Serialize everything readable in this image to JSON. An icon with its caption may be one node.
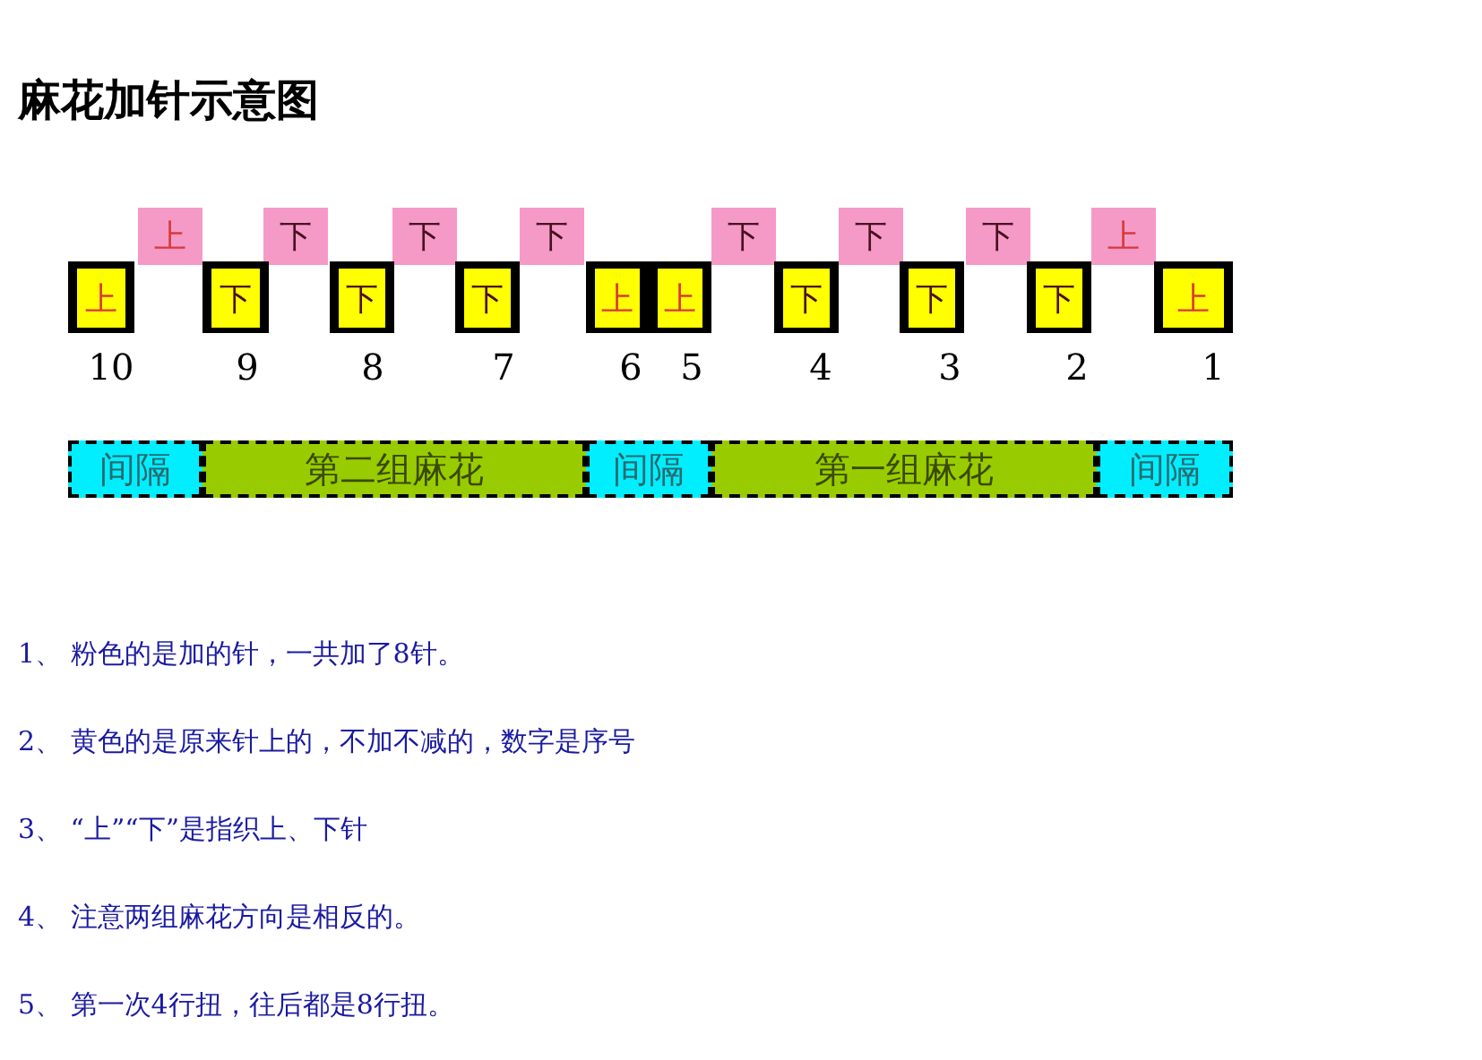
{
  "diagram": {
    "title": "麻花加针示意图",
    "nodes": [
      {
        "text": [
          "上"
        ]
      },
      {
        "text": [
          "下"
        ]
      },
      {
        "text": [
          "下"
        ]
      },
      {
        "text": [
          "下"
        ]
      },
      {
        "text": [
          "下"
        ]
      },
      {
        "text": [
          "下"
        ]
      },
      {
        "text": [
          "下"
        ]
      },
      {
        "text": [
          "上"
        ]
      },
      {
        "text": [
          "上"
        ],
        "beside": [
          "10"
        ]
      },
      {
        "text": [
          "下"
        ],
        "beside": [
          "9"
        ]
      },
      {
        "text": [
          "下"
        ],
        "beside": [
          "8"
        ]
      },
      {
        "text": [
          "下"
        ],
        "beside": [
          "7"
        ]
      },
      {
        "text": [
          "上"
        ],
        "beside": [
          "6"
        ]
      },
      {
        "text": [
          "上"
        ],
        "beside": [
          "5"
        ]
      },
      {
        "text": [
          "下"
        ],
        "beside": [
          "4"
        ]
      },
      {
        "text": [
          "下"
        ],
        "beside": [
          "3"
        ]
      },
      {
        "text": [
          "下"
        ],
        "beside": [
          "2"
        ]
      },
      {
        "text": [
          "上"
        ],
        "beside": [
          "1"
        ]
      },
      {
        "text": [
          "间隔"
        ]
      },
      {
        "text": [
          "第二组麻花"
        ]
      },
      {
        "text": [
          "间隔"
        ]
      },
      {
        "text": [
          "第一组麻花"
        ]
      },
      {
        "text": [
          "间隔"
        ]
      }
    ],
    "labels": [
      "1、 粉色的是加的针，一共加了8针。",
      "2、 黄色的是原来针上的，不加不减的，数字是序号",
      "3、 “上”“下”是指织上、下针",
      "4、 注意两组麻花方向是相反的。",
      "5、 第一次4行扭，往后都是8行扭。"
    ]
  }
}
